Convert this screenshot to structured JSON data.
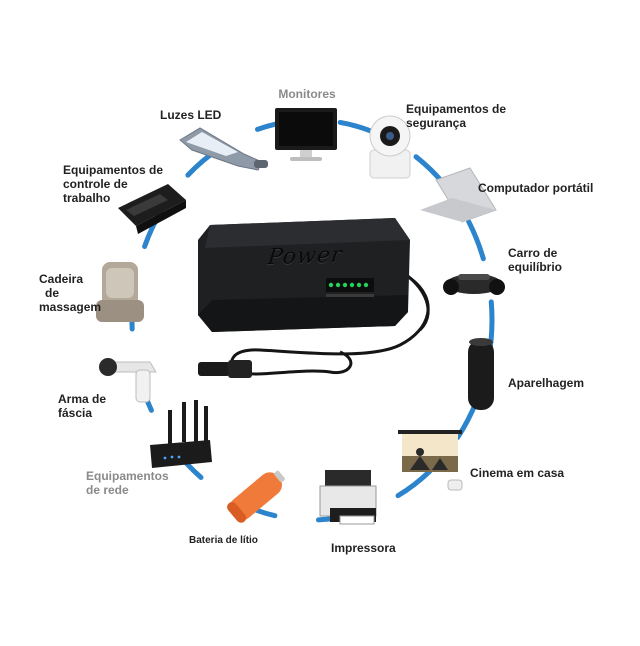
{
  "adapter": {
    "brand": "Power"
  },
  "ring_color": "#2b84cc",
  "devices": [
    {
      "id": "monitors",
      "label": "Monitores",
      "icon": "monitor-icon"
    },
    {
      "id": "security",
      "label_lines": [
        "Equipamentos de",
        "segurança"
      ],
      "icon": "security-camera-icon"
    },
    {
      "id": "laptop",
      "label": "Computador portátil",
      "icon": "laptop-icon"
    },
    {
      "id": "hoverboard",
      "label_lines": [
        "Carro de",
        "equilíbrio"
      ],
      "icon": "hoverboard-icon"
    },
    {
      "id": "speaker",
      "label": "Aparelhagem",
      "icon": "speaker-icon"
    },
    {
      "id": "cinema",
      "label": "Cinema em casa",
      "icon": "projector-screen-icon"
    },
    {
      "id": "printer",
      "label": "Impressora",
      "icon": "printer-icon"
    },
    {
      "id": "battery",
      "label": "Bateria de lítio",
      "icon": "battery-icon"
    },
    {
      "id": "network",
      "label_lines": [
        "Equipamentos",
        "de rede"
      ],
      "icon": "router-icon"
    },
    {
      "id": "fascia",
      "label_lines": [
        "Arma de",
        "fáscia"
      ],
      "icon": "massage-gun-icon"
    },
    {
      "id": "massage-chair",
      "label_lines": [
        "Cadeira",
        "de",
        "massagem"
      ],
      "icon": "massage-chair-icon"
    },
    {
      "id": "work-control",
      "label_lines": [
        "Equipamentos de",
        "controle de",
        "trabalho"
      ],
      "icon": "control-device-icon"
    },
    {
      "id": "led",
      "label": "Luzes LED",
      "icon": "led-light-icon"
    }
  ]
}
